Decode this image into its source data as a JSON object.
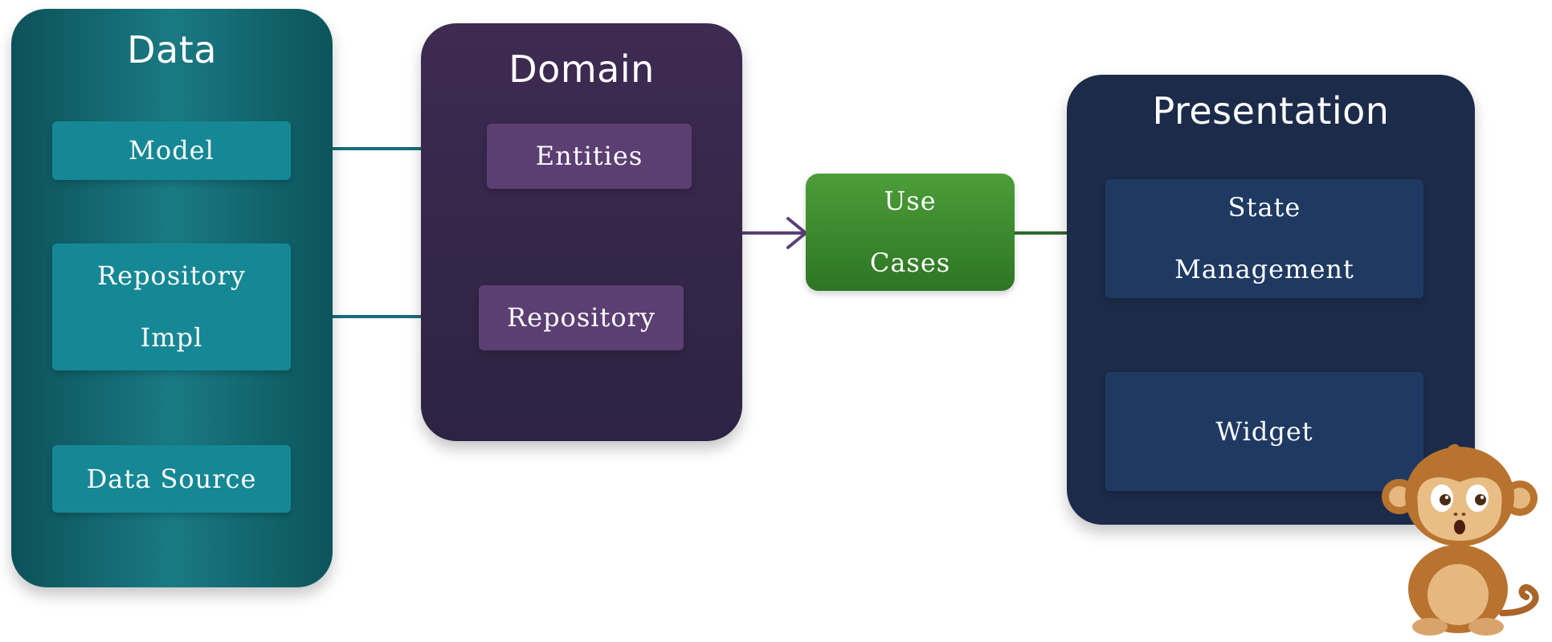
{
  "panels": {
    "data": {
      "title": "Data"
    },
    "domain": {
      "title": "Domain"
    },
    "presentation": {
      "title": "Presentation"
    }
  },
  "boxes": {
    "model": "Model",
    "repository_impl": [
      "Repository",
      "Impl"
    ],
    "data_source": "Data Source",
    "entities": "Entities",
    "domain_repository": "Repository",
    "use_cases": [
      "Use",
      "Cases"
    ],
    "state_management": [
      "State",
      "Management"
    ],
    "widget": "Widget"
  },
  "colors": {
    "data_panel": "#126670",
    "domain_panel": "#35274b",
    "presentation_panel": "#1c2b49",
    "use_cases": "#3d8a2f",
    "arrow_teal": "#1a6d78",
    "arrow_purple": "#5b3f78",
    "arrow_green": "#2e6a2a",
    "arrow_navy": "#264473"
  },
  "icons": {
    "mascot": "monkey-icon"
  }
}
